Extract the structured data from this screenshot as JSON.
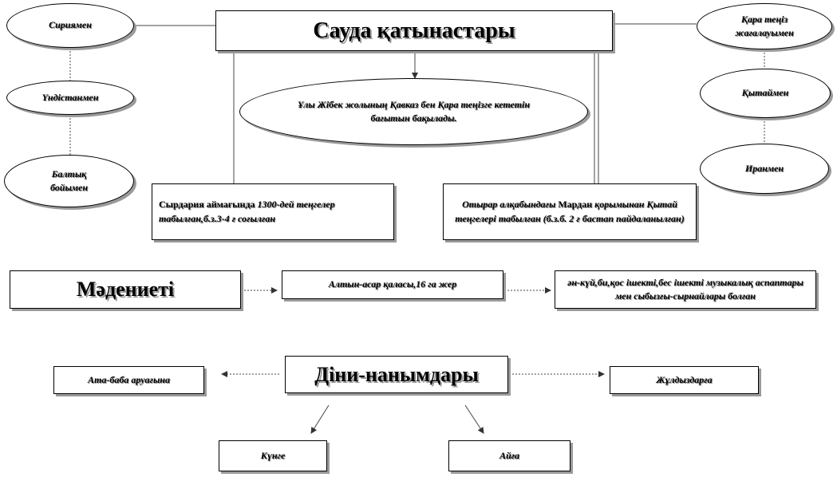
{
  "trade": {
    "title": "Сауда қатынастары",
    "partners": [
      "Сириямен",
      "Үндістанмен",
      "Балтық бойымен",
      "Қара теңіз жағалауымен",
      "Қытаймен",
      "Иранмен"
    ],
    "silk_road": "Ұлы Жібек жолының Қавказ бен Қара теңізге кететін бағытын бақылады.",
    "syrdarya": {
      "prefix": "Сырдария аймағында ",
      "emph": "1300-дей",
      "suffix": " теңгелер табылған,б.з.3-4 ғ соғылған"
    },
    "otyrar": {
      "emph": "Отырар алқабындағы",
      "mid": " Мардан ",
      "tail": "қорымынан Қытай теңгелері табылған (б.з.б. 2 ғ бастап пайдаланылған)"
    }
  },
  "culture": {
    "title": "Мәдениеті",
    "city": "Алтын-асар қаласы,16 га жер",
    "music": "ән-күй,би,қос ішекті,бес ішекті музыкалық аспаптары мен сыбызғы-сырнайлары болған"
  },
  "religion": {
    "title": "Діни-нанымдары",
    "ancestors": "Ата-баба аруағына",
    "stars": "Жұлдыздарға",
    "sun": "Күнге",
    "moon": "Айға"
  }
}
